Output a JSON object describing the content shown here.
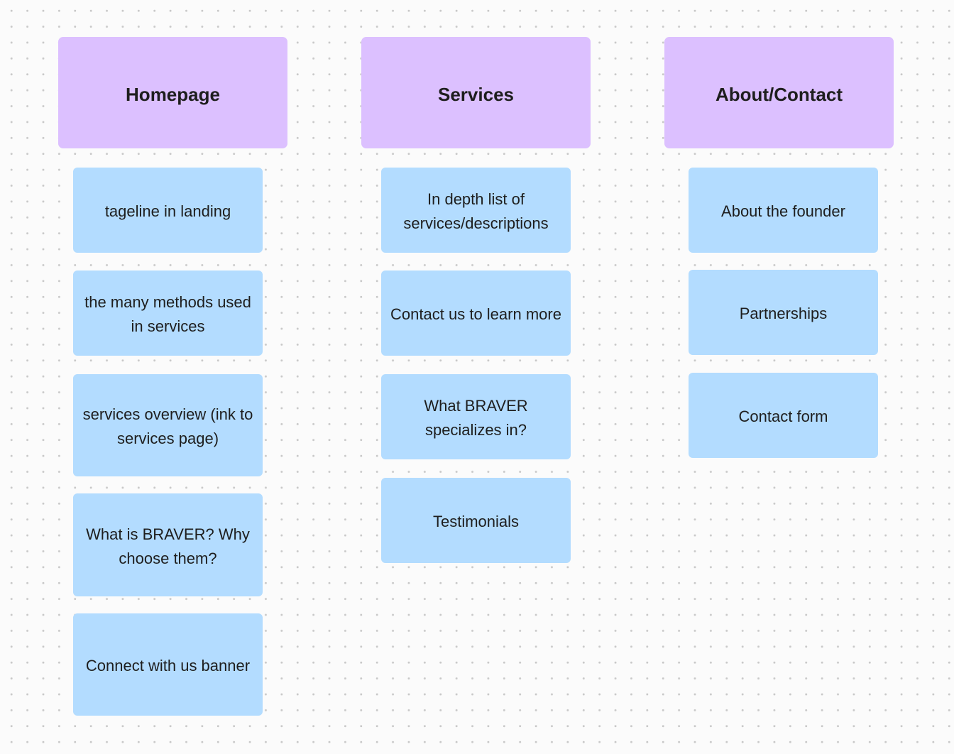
{
  "columns": [
    {
      "title": "Homepage",
      "items": [
        "tageline in landing",
        "the many methods used in services",
        "services overview (ink to services page)",
        "What is BRAVER? Why choose them?",
        "Connect with us banner"
      ]
    },
    {
      "title": "Services",
      "items": [
        "In depth list of services/descriptions",
        "Contact us to learn more",
        "What BRAVER specializes in?",
        "Testimonials"
      ]
    },
    {
      "title": "About/Contact",
      "items": [
        "About the founder",
        "Partnerships",
        "Contact form"
      ]
    }
  ],
  "colors": {
    "header_fill": "#dcc0ff",
    "card_fill": "#b3dcff",
    "text": "#1e1e1e",
    "canvas": "#fbfbfb"
  }
}
